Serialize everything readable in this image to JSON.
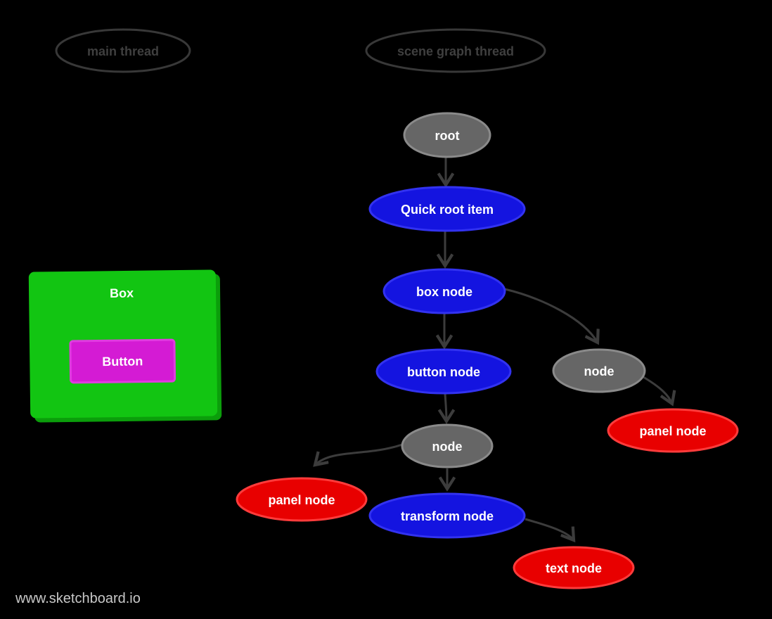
{
  "colors": {
    "background": "#000000",
    "arrow": "#3c3c3c",
    "thread_outline": "#383838",
    "thread_text": "#3f3f3f",
    "node_text": "#ffffff",
    "gray_fill": "#666666",
    "gray_stroke": "#8a8a8a",
    "blue_fill": "#1414e0",
    "blue_stroke": "#3232f0",
    "red_fill": "#e80000",
    "red_stroke": "#ff3b3b",
    "green_fill": "#12c512",
    "green_shadow": "#0b9e0b",
    "magenta_fill": "#d41bd4",
    "magenta_stroke": "#e03ce0",
    "watermark": "#c8c8c8"
  },
  "threads": {
    "main": {
      "label": "main thread"
    },
    "scene": {
      "label": "scene graph thread"
    }
  },
  "main_thread_objects": {
    "box_label": "Box",
    "button_label": "Button"
  },
  "scene_graph": {
    "root": "root",
    "quick_root_item": "Quick root item",
    "box_node": "box node",
    "button_node": "button node",
    "node_right": "node",
    "panel_node_right": "panel node",
    "node_left": "node",
    "panel_node_left": "panel node",
    "transform_node": "transform node",
    "text_node": "text node"
  },
  "watermark": "www.sketchboard.io"
}
